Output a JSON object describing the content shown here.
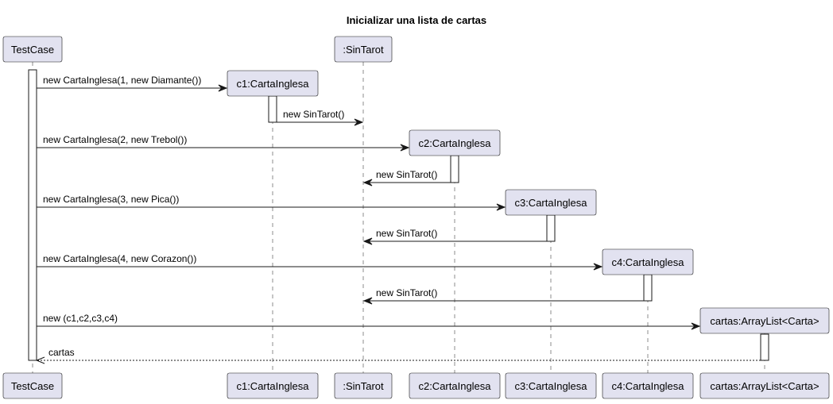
{
  "title": "Inicializar una lista de cartas",
  "participants": [
    {
      "id": "tc",
      "label": "TestCase"
    },
    {
      "id": "c1",
      "label": "c1:CartaInglesa"
    },
    {
      "id": "st",
      "label": ":SinTarot"
    },
    {
      "id": "c2",
      "label": "c2:CartaInglesa"
    },
    {
      "id": "c3",
      "label": "c3:CartaInglesa"
    },
    {
      "id": "c4",
      "label": "c4:CartaInglesa"
    },
    {
      "id": "al",
      "label": "cartas:ArrayList<Carta>"
    }
  ],
  "messages": [
    {
      "from": "tc",
      "to": "c1",
      "label": "new CartaInglesa(1, new Diamante())",
      "kind": "create"
    },
    {
      "from": "c1",
      "to": "st",
      "label": "new SinTarot()",
      "kind": "sync"
    },
    {
      "from": "tc",
      "to": "c2",
      "label": "new CartaInglesa(2, new Trebol())",
      "kind": "create"
    },
    {
      "from": "c2",
      "to": "st",
      "label": "new SinTarot()",
      "kind": "sync"
    },
    {
      "from": "tc",
      "to": "c3",
      "label": "new CartaInglesa(3, new Pica())",
      "kind": "create"
    },
    {
      "from": "c3",
      "to": "st",
      "label": "new SinTarot()",
      "kind": "sync"
    },
    {
      "from": "tc",
      "to": "c4",
      "label": "new CartaInglesa(4, new Corazon())",
      "kind": "create"
    },
    {
      "from": "c4",
      "to": "st",
      "label": "new SinTarot()",
      "kind": "sync"
    },
    {
      "from": "tc",
      "to": "al",
      "label": "new (c1,c2,c3,c4)",
      "kind": "create"
    },
    {
      "from": "al",
      "to": "tc",
      "label": "cartas",
      "kind": "return"
    }
  ]
}
